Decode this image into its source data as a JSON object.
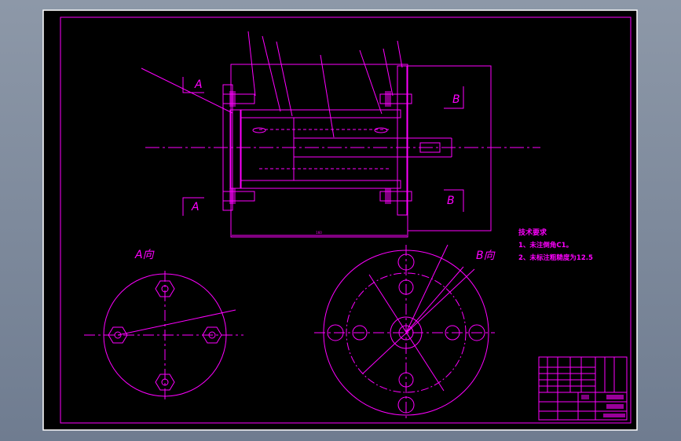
{
  "view_labels": {
    "a_top": "A",
    "a_bottom": "A",
    "b_top": "B",
    "b_bottom": "B",
    "a_view": "A向",
    "b_view": "B向"
  },
  "notes": {
    "title": "技术要求",
    "line1": "1、未注倒角C1。",
    "line2": "2、未标注粗糙度为12.5"
  },
  "colors": {
    "line": "#ff00ff",
    "paper": "#000000",
    "frame": "#ffffff"
  }
}
